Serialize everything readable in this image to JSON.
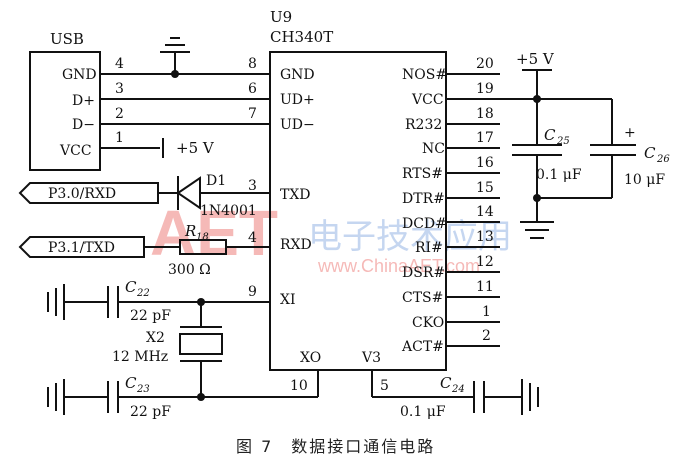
{
  "usb": {
    "title": "USB",
    "pins": [
      "GND",
      "D+",
      "D−",
      "VCC"
    ],
    "pin_nums": [
      "4",
      "3",
      "2",
      "1"
    ]
  },
  "chip": {
    "ref": "U9",
    "part": "CH340T",
    "left_pins": [
      "GND",
      "UD+",
      "UD−",
      "TXD",
      "RXD",
      "XI"
    ],
    "left_nums": [
      "8",
      "6",
      "7",
      "3",
      "4",
      "9"
    ],
    "right_pins": [
      "NOS#",
      "VCC",
      "R232",
      "NC",
      "RTS#",
      "DTR#",
      "DCD#",
      "RI#",
      "DSR#",
      "CTS#",
      "CKO",
      "ACT#"
    ],
    "right_nums": [
      "20",
      "19",
      "18",
      "17",
      "16",
      "15",
      "14",
      "13",
      "12",
      "11",
      "1",
      "2"
    ],
    "bottom_pins": [
      "XO",
      "V3"
    ],
    "bottom_nums": [
      "10",
      "5"
    ]
  },
  "power": {
    "vcc_left": "+5 V",
    "vcc_right": "+5 V"
  },
  "diode": {
    "ref": "D1",
    "part": "1N4001"
  },
  "resistor": {
    "ref_main": "R",
    "ref_sub": "18",
    "value": "300 Ω"
  },
  "ports": {
    "p30": "P3.0/RXD",
    "p31": "P3.1/TXD"
  },
  "caps": {
    "c22": {
      "ref_main": "C",
      "ref_sub": "22",
      "value": "22 pF"
    },
    "c23": {
      "ref_main": "C",
      "ref_sub": "23",
      "value": "22 pF"
    },
    "c24": {
      "ref_main": "C",
      "ref_sub": "24",
      "value": "0.1 μF"
    },
    "c25": {
      "ref_main": "C",
      "ref_sub": "25",
      "value": "0.1 μF"
    },
    "c26": {
      "ref_main": "C",
      "ref_sub": "26",
      "value": "10 μF",
      "polarity": "+"
    }
  },
  "crystal": {
    "ref": "X2",
    "value": "12 MHz"
  },
  "watermark": {
    "logo": "AET",
    "cn": "电子技术应用",
    "url": "www.ChinaAET.com"
  },
  "caption": "图 7　数据接口通信电路"
}
